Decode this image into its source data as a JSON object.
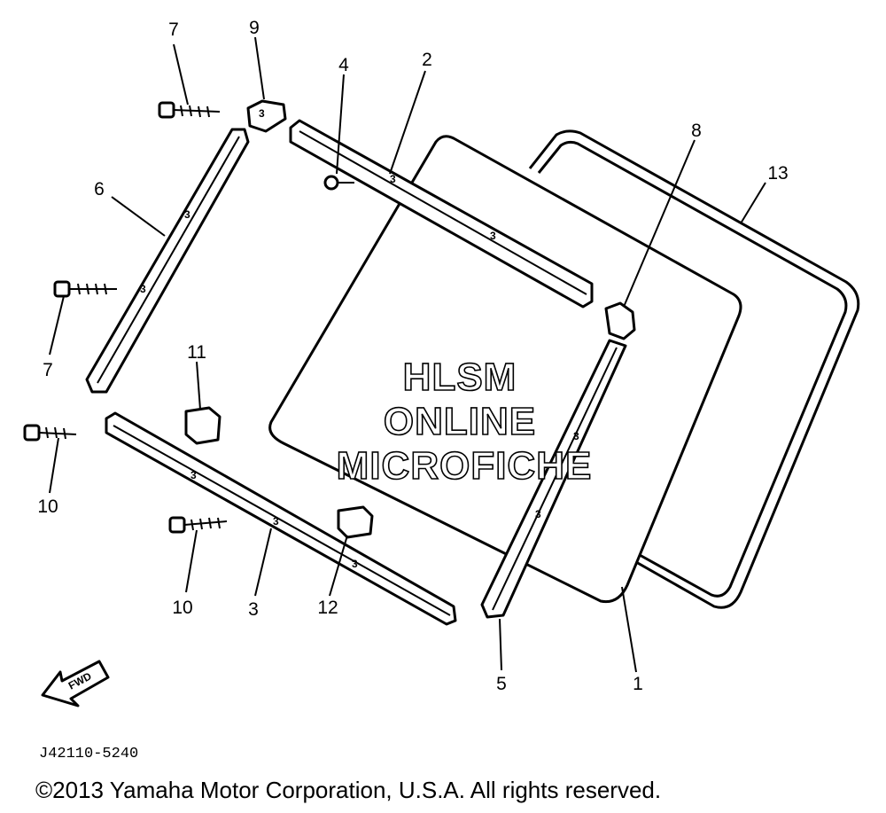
{
  "diagram": {
    "part_numbers": {
      "p1": "1",
      "p2": "2",
      "p3": "3",
      "p4": "4",
      "p5": "5",
      "p6": "6",
      "p7a": "7",
      "p7b": "7",
      "p8": "8",
      "p9": "9",
      "p10a": "10",
      "p10b": "10",
      "p11": "11",
      "p12": "12",
      "p13": "13"
    },
    "watermark": [
      "HLSM",
      "ONLINE",
      "MICROFICHE"
    ],
    "fwd_label": "FWD",
    "figure_code": "J42110-5240",
    "copyright": "©2013 Yamaha Motor Corporation, U.S.A. All rights reserved."
  }
}
